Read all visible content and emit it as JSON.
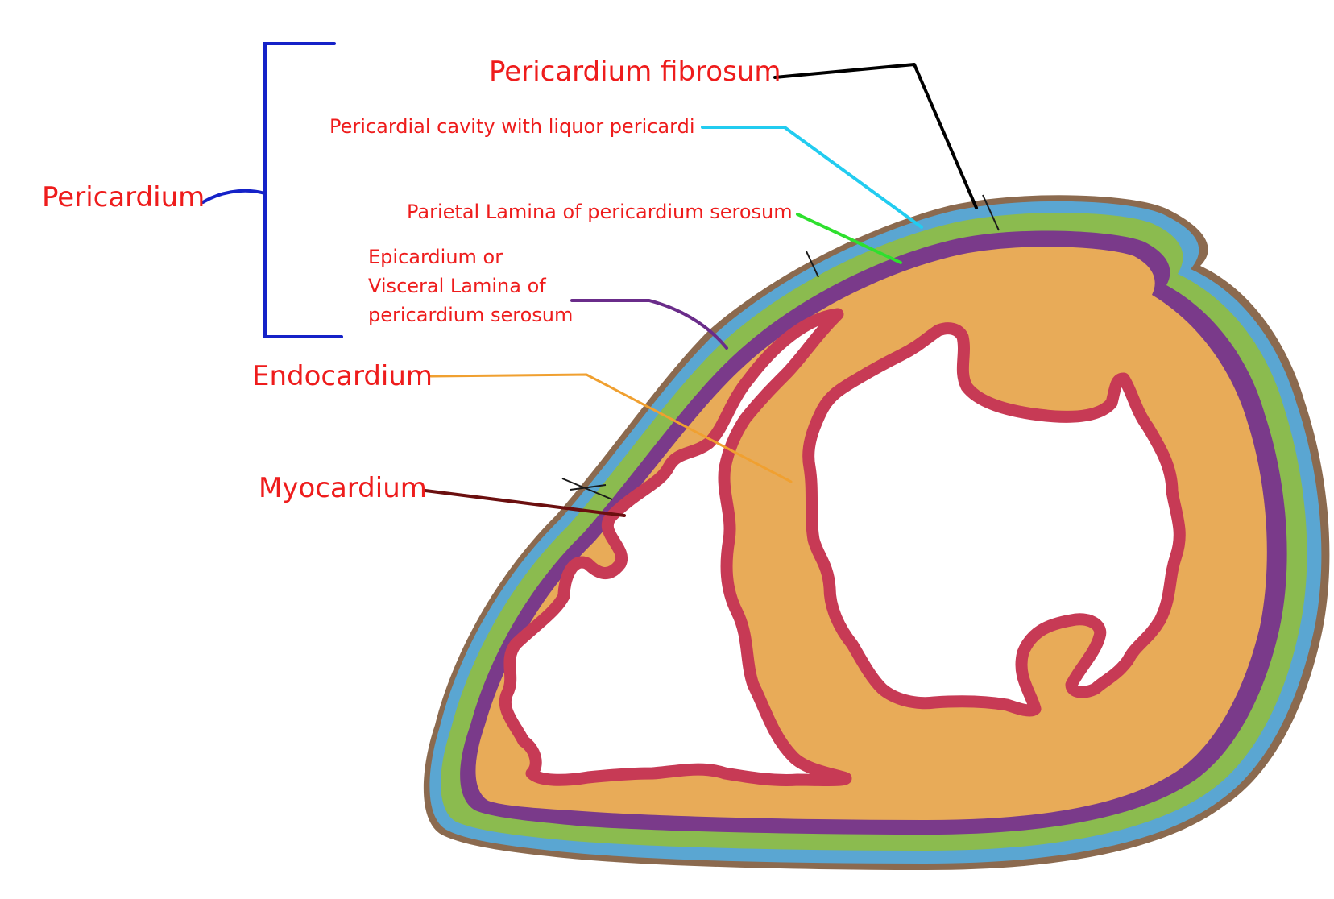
{
  "labels": {
    "pericardium": "Pericardium",
    "pericardium_fibrosum": "Pericardium fibrosum",
    "pericardial_cavity": "Pericardial cavity with liquor pericardi",
    "parietal_lamina": "Parietal  Lamina of pericardium serosum",
    "epicardium_line1": "Epicardium or",
    "epicardium_line2": "Visceral Lamina of",
    "epicardium_line3": "pericardium serosum",
    "endocardium": "Endocardium",
    "myocardium": "Myocardium"
  },
  "colors": {
    "label_text": "#ee1c1c",
    "outer_edge": "#8b6a4f",
    "pericardial_cavity": "#5aa6d2",
    "parietal_lamina": "#8bbb4f",
    "epicardium": "#7a3a8a",
    "myocardium": "#e8ab58",
    "endocardium": "#c73a55",
    "chamber": "#ffffff",
    "bracket": "#1522c8",
    "leader_fibrosum": "#000000",
    "leader_cavity": "#22ccf0",
    "leader_parietal": "#2ee02e",
    "leader_epicardium": "#6a2c8a",
    "leader_endocardium": "#f0a030",
    "leader_myocardium": "#6b0f0f"
  }
}
